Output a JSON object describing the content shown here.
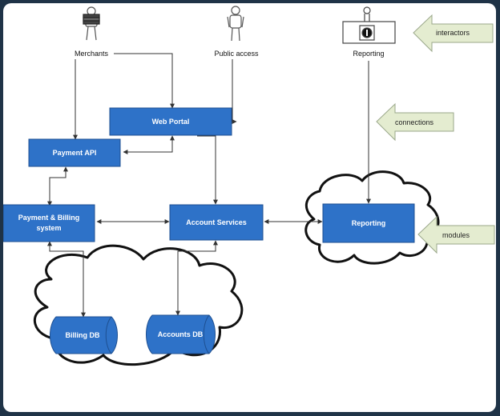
{
  "colors": {
    "module_fill": "#2e72c8",
    "module_stroke": "#1d4f91",
    "legend_arrow": "#e4ecd0",
    "legend_arrow_stroke": "#9aa78a",
    "frame": "#1f3347"
  },
  "actors": {
    "merchants": "Merchants",
    "public": "Public access",
    "reporting": "Reporting"
  },
  "modules": {
    "web_portal": "Web Portal",
    "payment_api": "Payment API",
    "payment_billing_line1": "Payment & Billing",
    "payment_billing_line2": "system",
    "account_services": "Account Services",
    "reporting": "Reporting"
  },
  "databases": {
    "billing": "Billing DB",
    "accounts": "Accounts DB"
  },
  "legend": {
    "interactors": "interactors",
    "connections": "connections",
    "modules": "modules"
  }
}
